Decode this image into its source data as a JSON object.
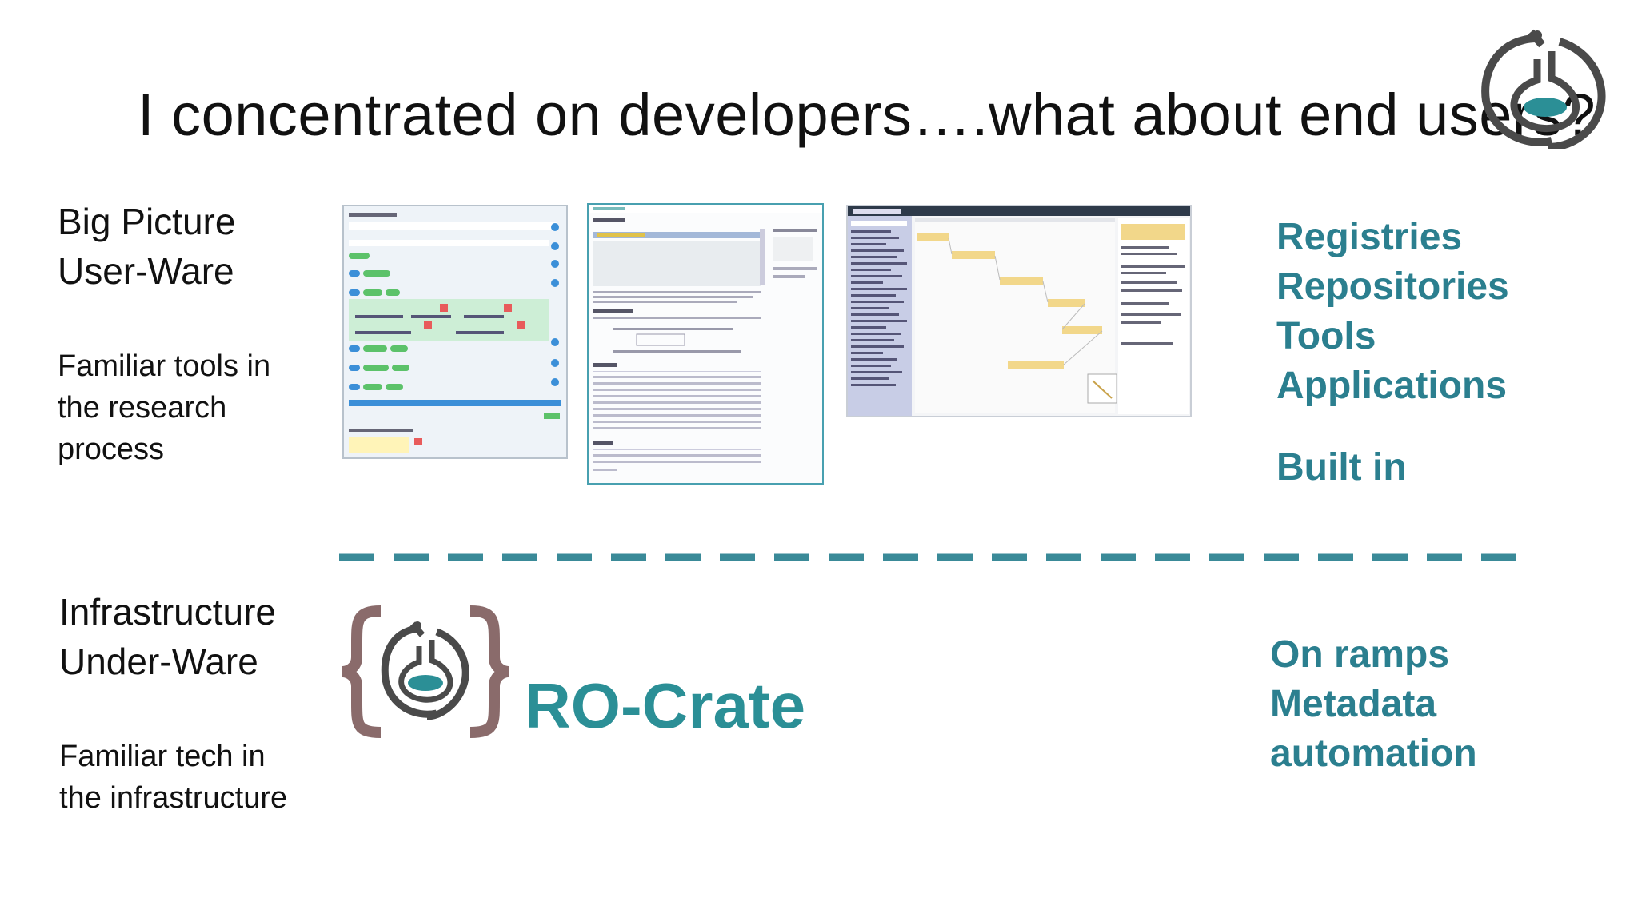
{
  "slide": {
    "title": "I concentrated on developers….what about end users?",
    "top": {
      "heading": [
        "Big Picture",
        "User-Ware"
      ],
      "description": [
        "Familiar tools in",
        "the research",
        "process"
      ]
    },
    "bottom": {
      "heading": [
        "Infrastructure",
        "Under-Ware"
      ],
      "description": [
        "Familiar tech in",
        "the infrastructure"
      ]
    },
    "right_top": [
      "Registries",
      "Repositories",
      "Tools",
      "Applications",
      "",
      "Built in"
    ],
    "right_bottom": [
      "On ramps",
      "Metadata",
      "automation"
    ],
    "ro_crate_label": "RO-Crate",
    "colors": {
      "teal_text": "#2b7f8f",
      "dash": "#3a8a98",
      "logo_brown": "#8a6b6b",
      "logo_gray": "#4a4a4a",
      "logo_teal": "#2b8f96"
    },
    "icons": [
      "ro-crate-flask-logo",
      "ro-crate-braces-logo"
    ]
  }
}
